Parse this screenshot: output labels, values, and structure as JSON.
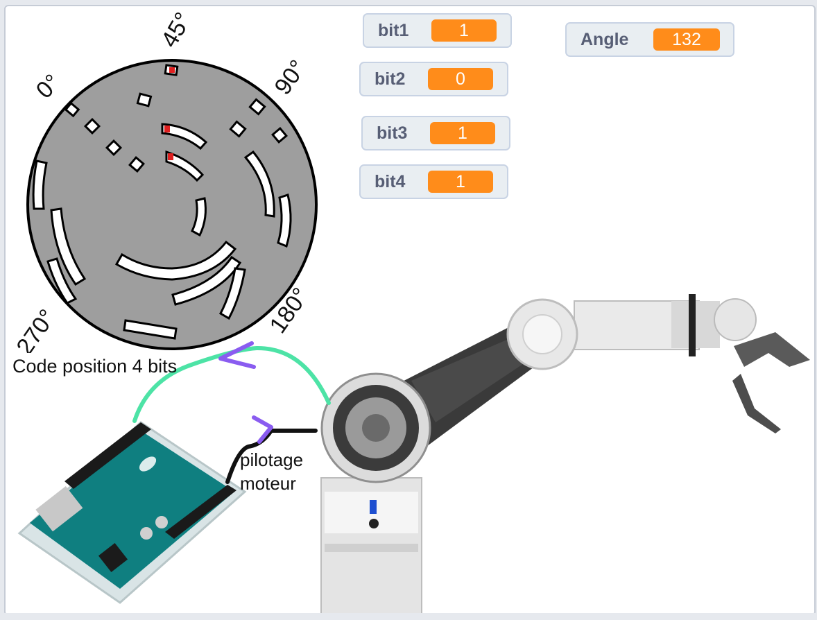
{
  "monitors": [
    {
      "label": "bit1",
      "value": "1"
    },
    {
      "label": "bit2",
      "value": "0"
    },
    {
      "label": "bit3",
      "value": "1"
    },
    {
      "label": "bit4",
      "value": "1"
    },
    {
      "label": "Angle",
      "value": "132"
    }
  ],
  "encoder": {
    "angle_labels": {
      "a0": "0°",
      "a45": "45°",
      "a90": "90°",
      "a180": "180°",
      "a270": "270°"
    }
  },
  "annotations": {
    "code_position": "Code position 4 bits",
    "pilotage_line1": "pilotage",
    "pilotage_line2": "moteur"
  },
  "colors": {
    "monitor_value": "#ff8c1a",
    "monitor_label": "#575e75",
    "disc": "#9e9e9e",
    "wire_green": "#4de3a6",
    "arrow_purple": "#8a5cf0"
  }
}
